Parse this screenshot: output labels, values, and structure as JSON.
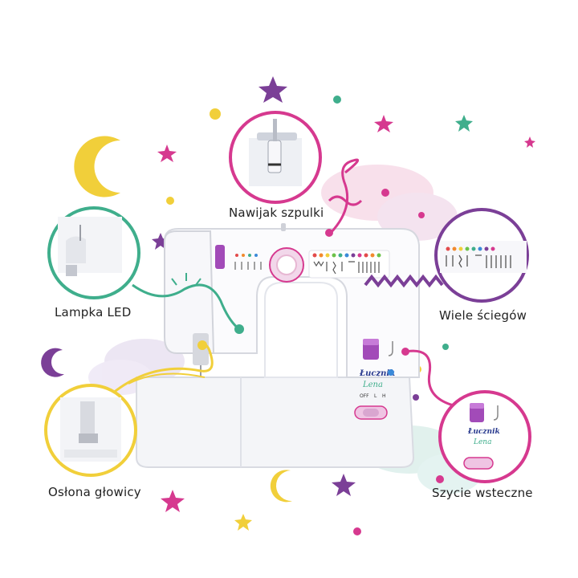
{
  "labels": {
    "winder": "Nawijak szpulki",
    "led": "Lampka LED",
    "stitches": "Wiele ściegów",
    "guard": "Osłona głowicy",
    "reverse": "Szycie wsteczne"
  },
  "brand": {
    "logo": "Łucznik",
    "model": "Lena",
    "speed_labels": [
      "OFF",
      "L",
      "H"
    ]
  },
  "colors": {
    "magenta": "#d6398f",
    "teal": "#3fae8c",
    "purple": "#7b3f97",
    "yellow": "#f1cf3a",
    "accent_purple": "#a24bb8"
  }
}
